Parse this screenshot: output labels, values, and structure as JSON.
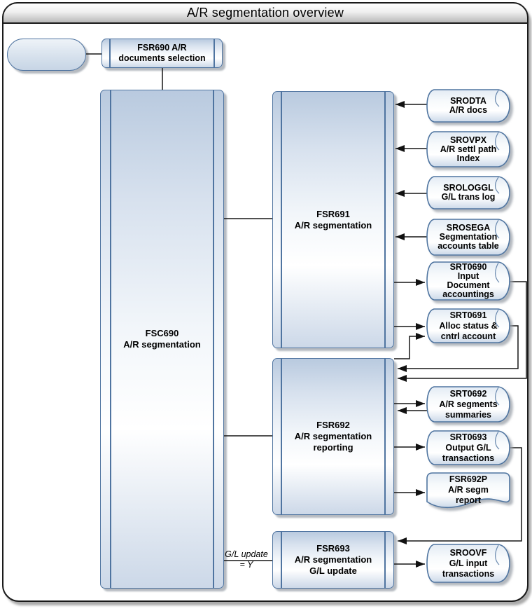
{
  "title": "A/R segmentation overview",
  "colors": {
    "shape_border": "#4f74a0",
    "connector": "#161616",
    "shape_fill_top": "#b9cadf",
    "shape_fill_bottom": "#ccd8e8",
    "title_gradient_bottom": "#b9b9b9"
  },
  "nodes": {
    "start": {
      "lines": []
    },
    "fsr690": {
      "lines": [
        "FSR690 A/R",
        "documents selection"
      ]
    },
    "fsc690": {
      "lines": [
        "FSC690",
        "A/R segmentation"
      ]
    },
    "fsr691": {
      "lines": [
        "FSR691",
        "A/R segmentation"
      ]
    },
    "fsr692": {
      "lines": [
        "FSR692",
        "A/R segmentation",
        "reporting"
      ]
    },
    "fsr693": {
      "lines": [
        "FSR693",
        "A/R segmentation",
        "G/L update"
      ]
    },
    "srodta": {
      "lines": [
        "SRODTA",
        "A/R docs"
      ]
    },
    "srovpx": {
      "lines": [
        "SROVPX",
        "A/R settl path",
        "Index"
      ]
    },
    "srologgl": {
      "lines": [
        "SROLOGGL",
        "G/L trans log"
      ]
    },
    "srosega": {
      "lines": [
        "SROSEGA",
        "Segmentation",
        "accounts table"
      ]
    },
    "srt0690": {
      "lines": [
        "SRT0690",
        "Input",
        "Document",
        "accountings"
      ]
    },
    "srt0691": {
      "lines": [
        "SRT0691",
        "Alloc status &",
        "cntrl account"
      ]
    },
    "srt0692": {
      "lines": [
        "SRT0692",
        "A/R segments",
        "summaries"
      ]
    },
    "srt0693": {
      "lines": [
        "SRT0693",
        "Output G/L",
        "transactions"
      ]
    },
    "fsr692p": {
      "lines": [
        "FSR692P",
        "A/R segm",
        "report"
      ]
    },
    "sroovf": {
      "lines": [
        "SROOVF",
        "G/L input",
        "transactions"
      ]
    }
  },
  "edge_labels": {
    "gl_update": {
      "line1": "G/L update",
      "line2": "= Y"
    }
  }
}
